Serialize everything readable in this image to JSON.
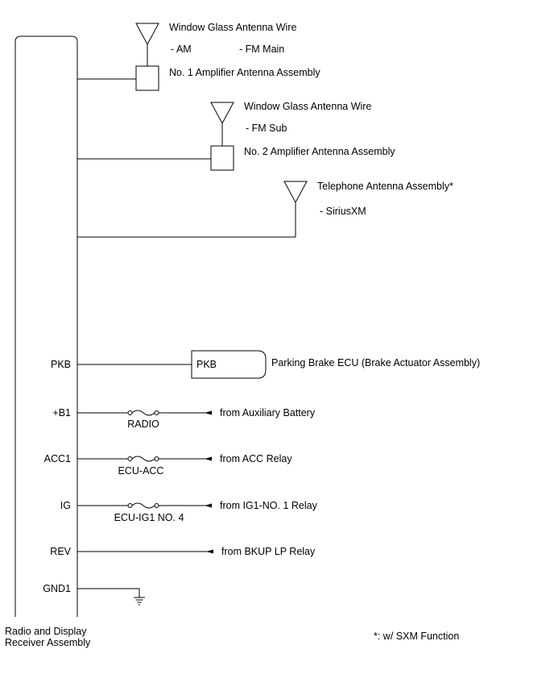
{
  "receiver": {
    "name_line1": "Radio and Display",
    "name_line2": "Receiver Assembly"
  },
  "antennas": {
    "no1": {
      "wire_label": "Window Glass Antenna Wire",
      "band_am": "- AM",
      "band_fm_main": "- FM Main",
      "amplifier_label": "No. 1 Amplifier Antenna Assembly"
    },
    "no2": {
      "wire_label": "Window Glass Antenna Wire",
      "band_fm_sub": "- FM Sub",
      "amplifier_label": "No. 2 Amplifier Antenna Assembly"
    },
    "telephone": {
      "label": "Telephone Antenna Assembly*",
      "band": "- SiriusXM"
    }
  },
  "pkb": {
    "pin": "PKB",
    "box_label": "PKB",
    "ecu_label": "Parking Brake ECU (Brake Actuator Assembly)"
  },
  "power_lines": [
    {
      "pin": "+B1",
      "fuse": "RADIO",
      "source": "from Auxiliary Battery"
    },
    {
      "pin": "ACC1",
      "fuse": "ECU-ACC",
      "source": "from ACC Relay"
    },
    {
      "pin": "IG",
      "fuse": "ECU-IG1 NO. 4",
      "source": "from IG1-NO. 1 Relay"
    },
    {
      "pin": "REV",
      "fuse": "",
      "source": "from BKUP LP Relay"
    }
  ],
  "ground": {
    "pin": "GND1"
  },
  "footnote": "*: w/ SXM Function"
}
